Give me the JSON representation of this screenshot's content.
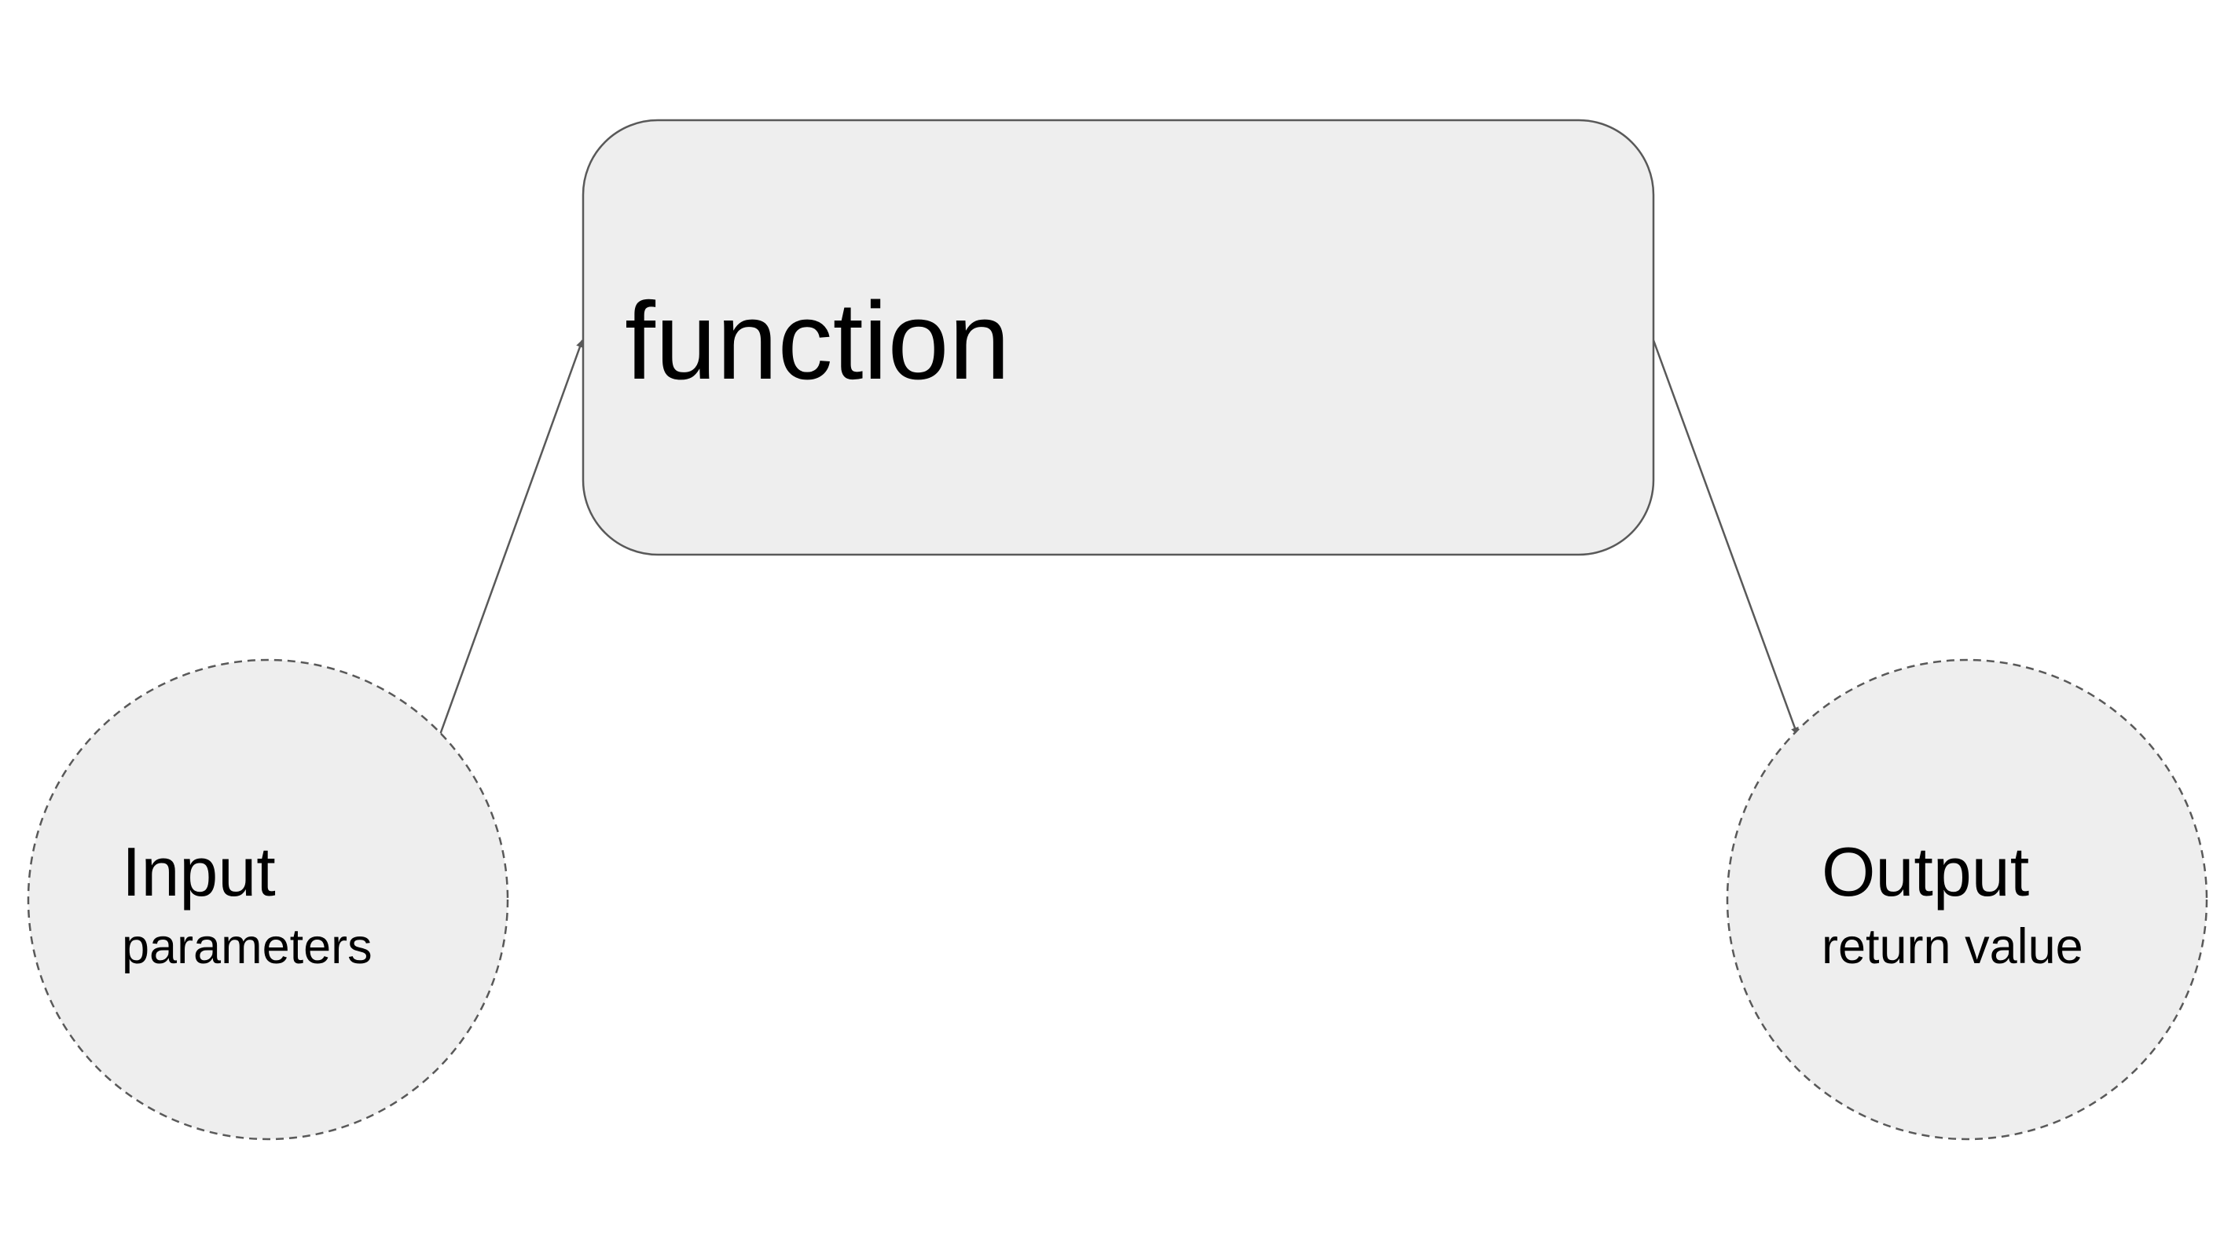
{
  "diagram": {
    "function_box": {
      "label": "function"
    },
    "input_node": {
      "label": "Input",
      "sublabel": "parameters"
    },
    "output_node": {
      "label": "Output",
      "sublabel": "return value"
    },
    "edges": [
      {
        "from": "input_node",
        "to": "function_box"
      },
      {
        "from": "function_box",
        "to": "output_node"
      }
    ],
    "colors": {
      "node_fill": "#eeeeee",
      "stroke": "#595959",
      "text": "#000000",
      "background": "#ffffff"
    }
  }
}
